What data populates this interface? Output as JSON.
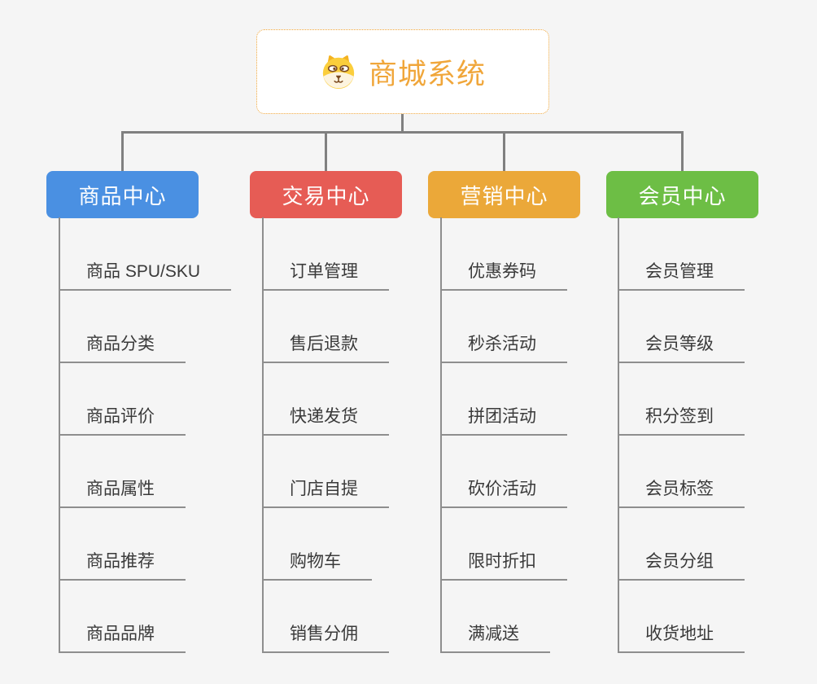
{
  "root": {
    "title": "商城系统"
  },
  "branches": [
    {
      "label": "商品中心",
      "color": "#4A90E2",
      "children": [
        "商品 SPU/SKU",
        "商品分类",
        "商品评价",
        "商品属性",
        "商品推荐",
        "商品品牌"
      ]
    },
    {
      "label": "交易中心",
      "color": "#E65C55",
      "children": [
        "订单管理",
        "售后退款",
        "快递发货",
        "门店自提",
        "购物车",
        "销售分佣"
      ]
    },
    {
      "label": "营销中心",
      "color": "#EBA839",
      "children": [
        "优惠券码",
        "秒杀活动",
        "拼团活动",
        "砍价活动",
        "限时折扣",
        "满减送"
      ]
    },
    {
      "label": "会员中心",
      "color": "#6DBE45",
      "children": [
        "会员管理",
        "会员等级",
        "积分签到",
        "会员标签",
        "会员分组",
        "收货地址"
      ]
    }
  ],
  "theme": {
    "background": "#F5F5F5",
    "root_accent": "#F0A63A",
    "connector_color": "#808080",
    "leaf_line_color": "#8E8E8E",
    "leaf_text_color": "#3A3A3A",
    "icon": "dog-face-icon"
  }
}
